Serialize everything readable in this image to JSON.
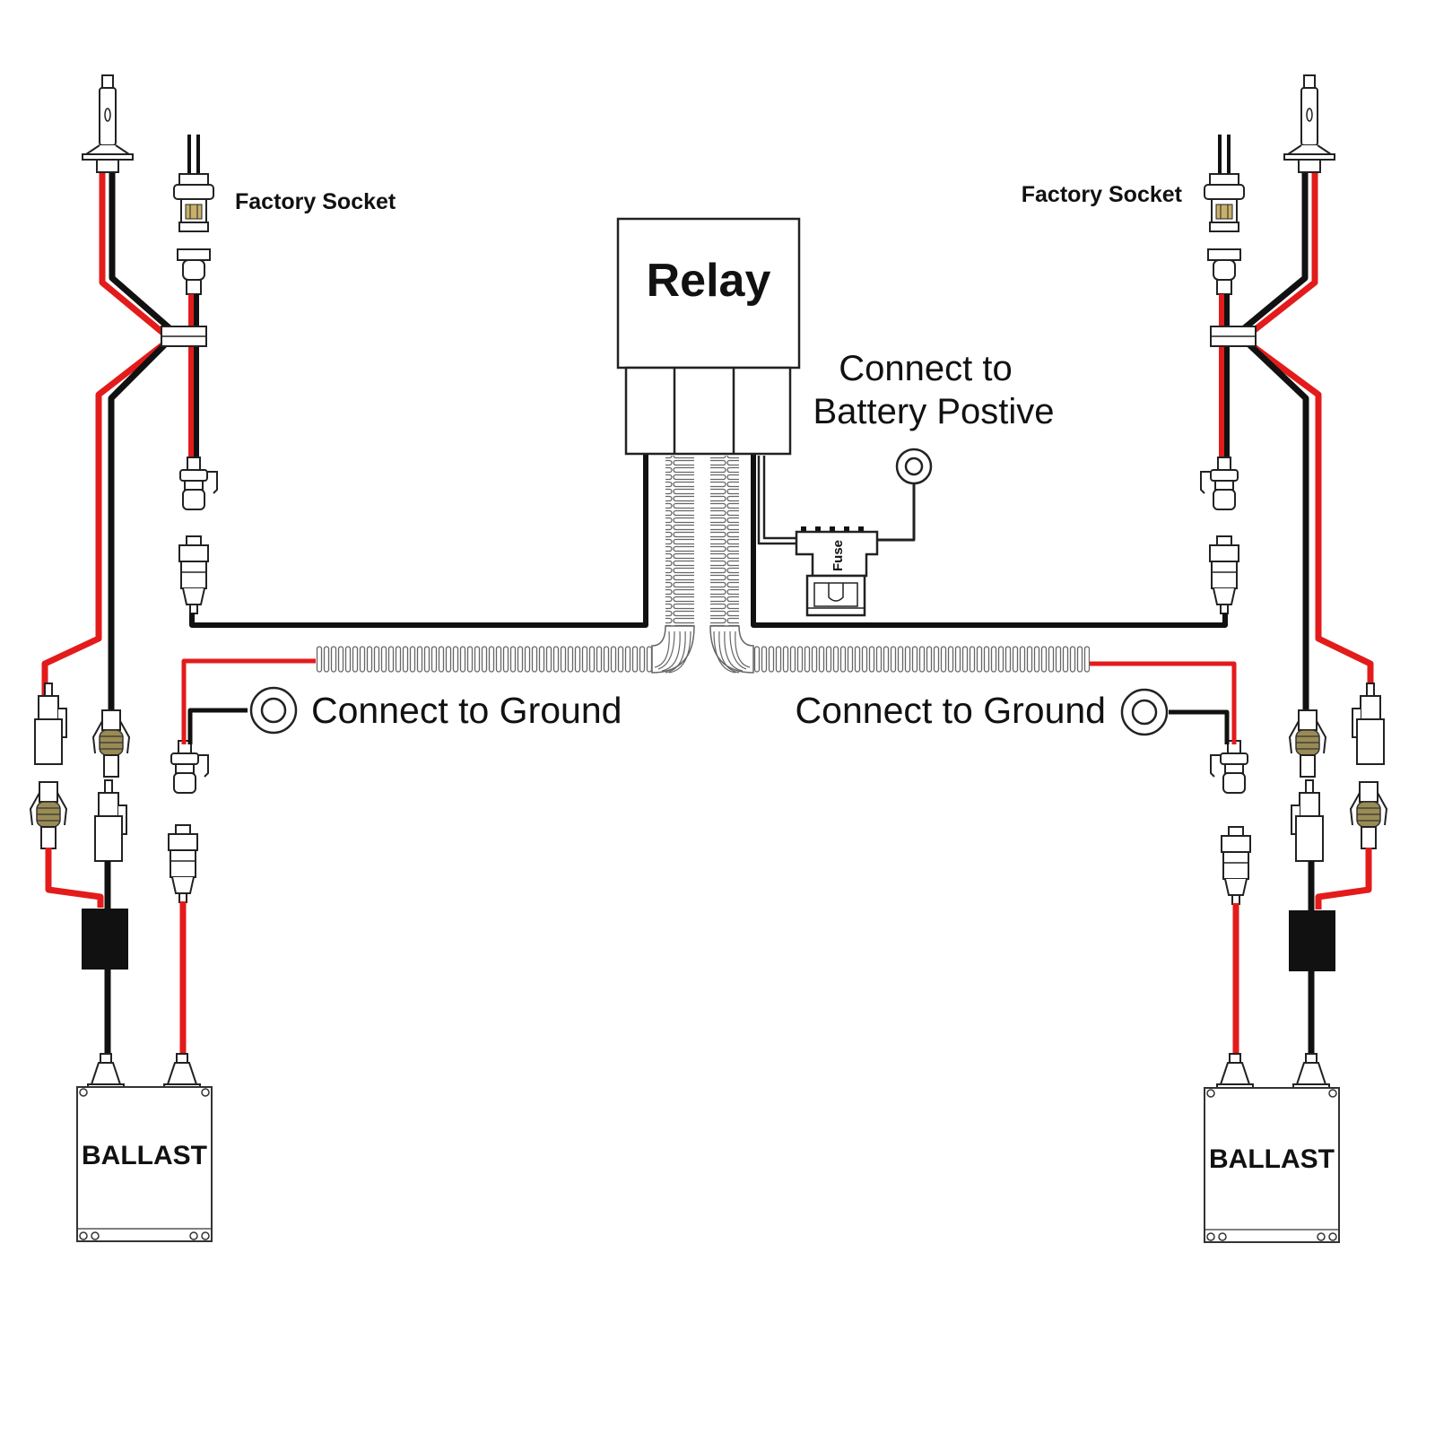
{
  "labels": {
    "factory_socket_left": "Factory Socket",
    "factory_socket_right": "Factory Socket",
    "relay": "Relay",
    "battery_line1": "Connect to",
    "battery_line2": "Battery Postive",
    "ground_left": "Connect to Ground",
    "ground_right": "Connect to Ground",
    "fuse": "Fuse",
    "ballast_left": "BALLAST",
    "ballast_right": "BALLAST"
  },
  "colors": {
    "positive_wire": "#e31b1b",
    "negative_wire": "#111111",
    "crimp": "#8a7a4a",
    "conduit": "#c8c8c8"
  }
}
